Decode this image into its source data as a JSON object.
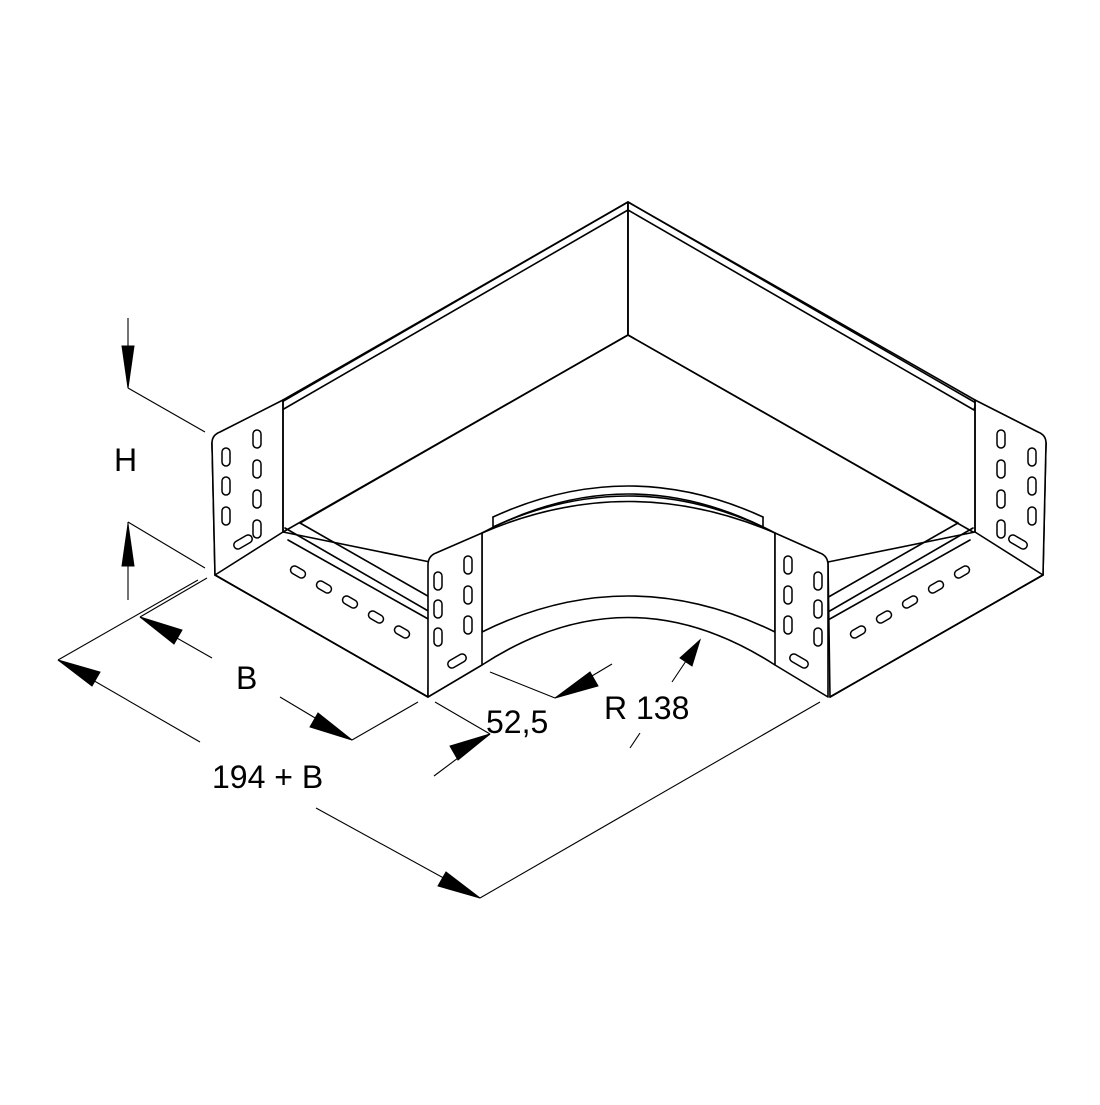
{
  "dimensions": {
    "height_label": "H",
    "width_label": "B",
    "overall_label": "194 + B",
    "offset_label": "52,5",
    "radius_label": "R 138"
  },
  "colors": {
    "line": "#000000",
    "background": "#ffffff"
  }
}
